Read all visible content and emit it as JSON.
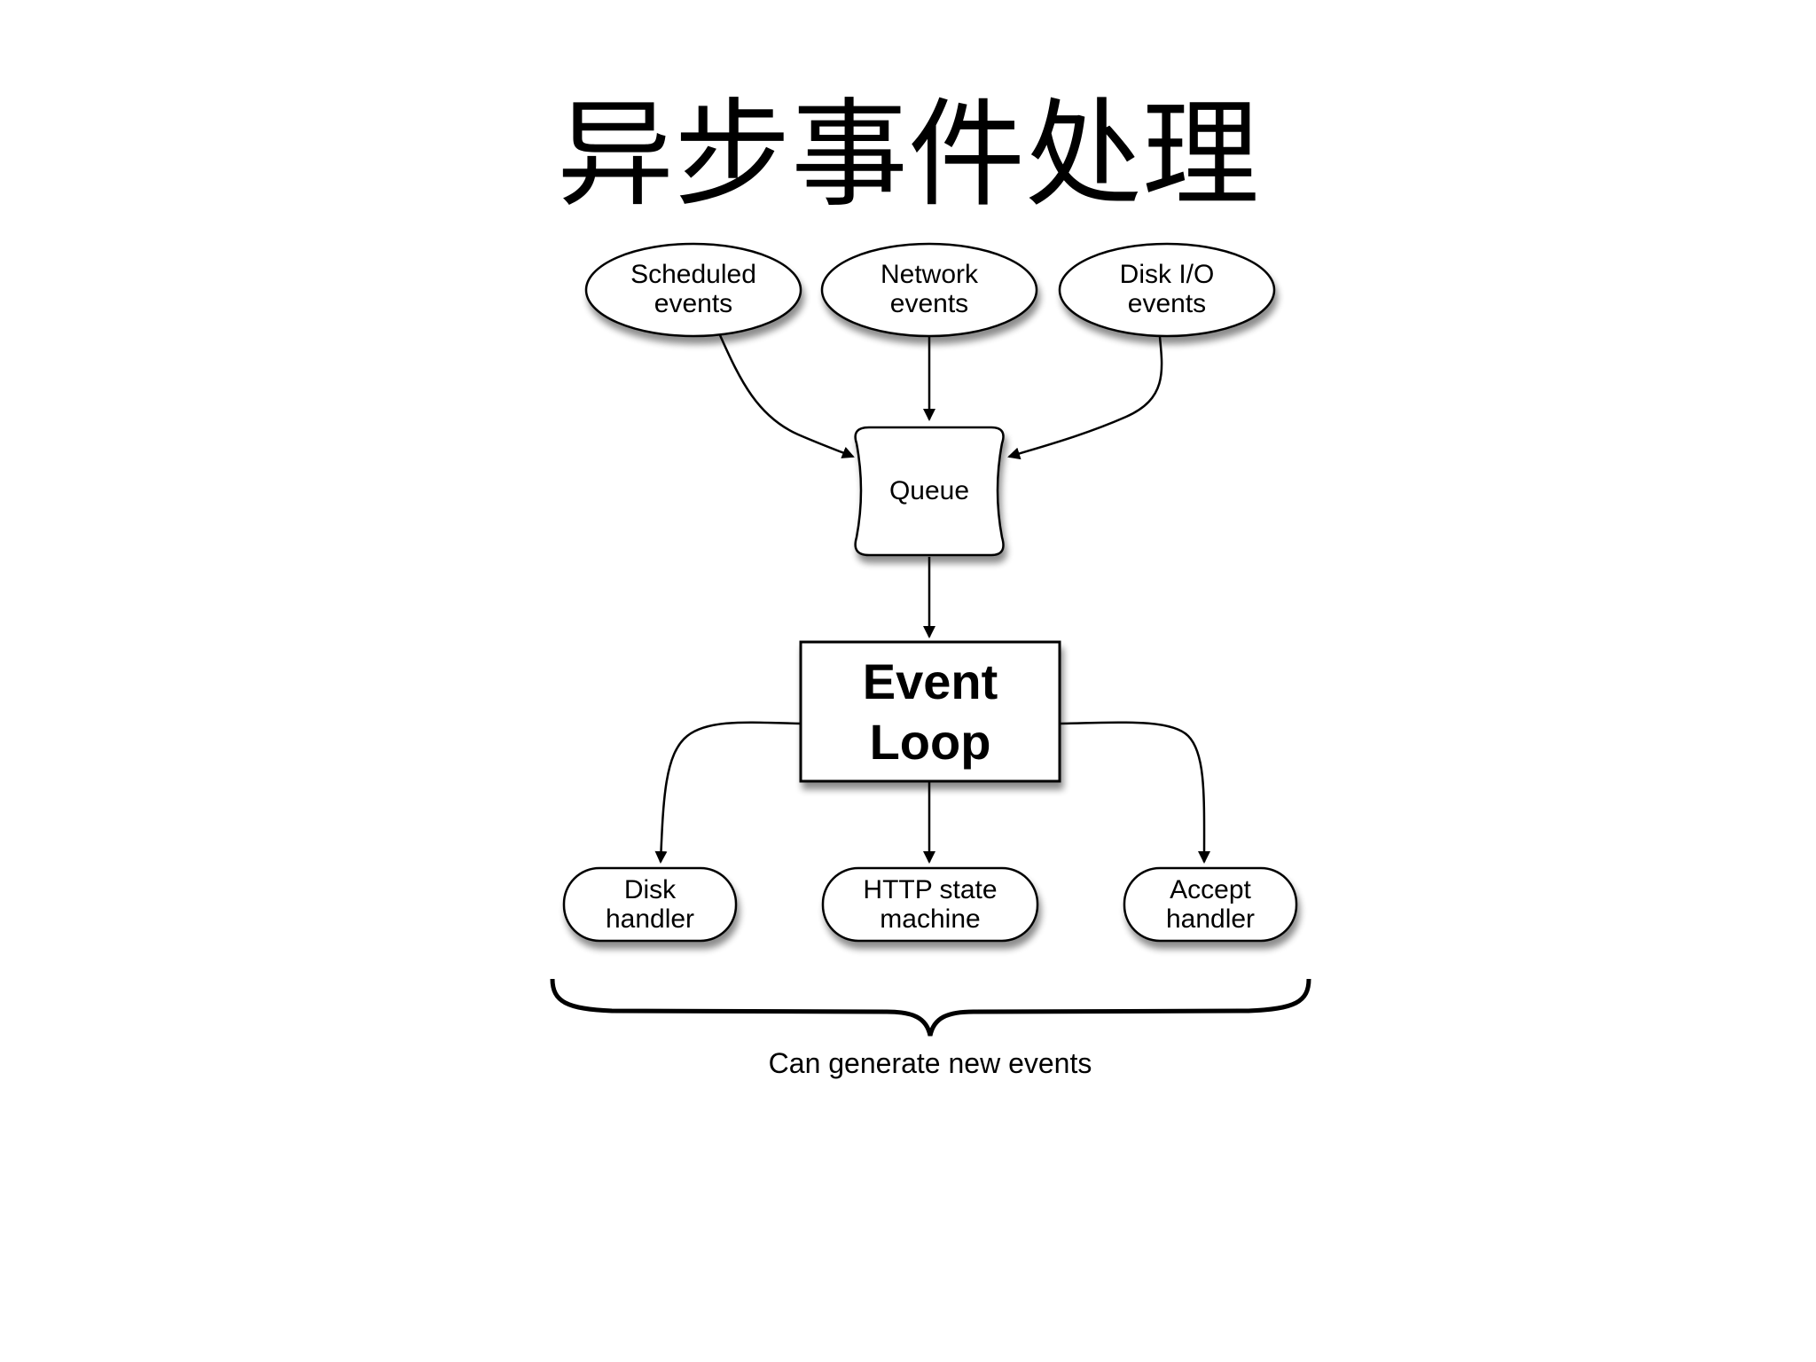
{
  "title": "异步事件处理",
  "sources": [
    {
      "line1": "Scheduled",
      "line2": "events"
    },
    {
      "line1": "Network",
      "line2": "events"
    },
    {
      "line1": "Disk I/O",
      "line2": "events"
    }
  ],
  "queue": {
    "label": "Queue"
  },
  "event_loop": {
    "line1": "Event",
    "line2": "Loop"
  },
  "handlers": [
    {
      "line1": "Disk",
      "line2": "handler"
    },
    {
      "line1": "HTTP state",
      "line2": "machine"
    },
    {
      "line1": "Accept",
      "line2": "handler"
    }
  ],
  "caption": "Can generate new events"
}
